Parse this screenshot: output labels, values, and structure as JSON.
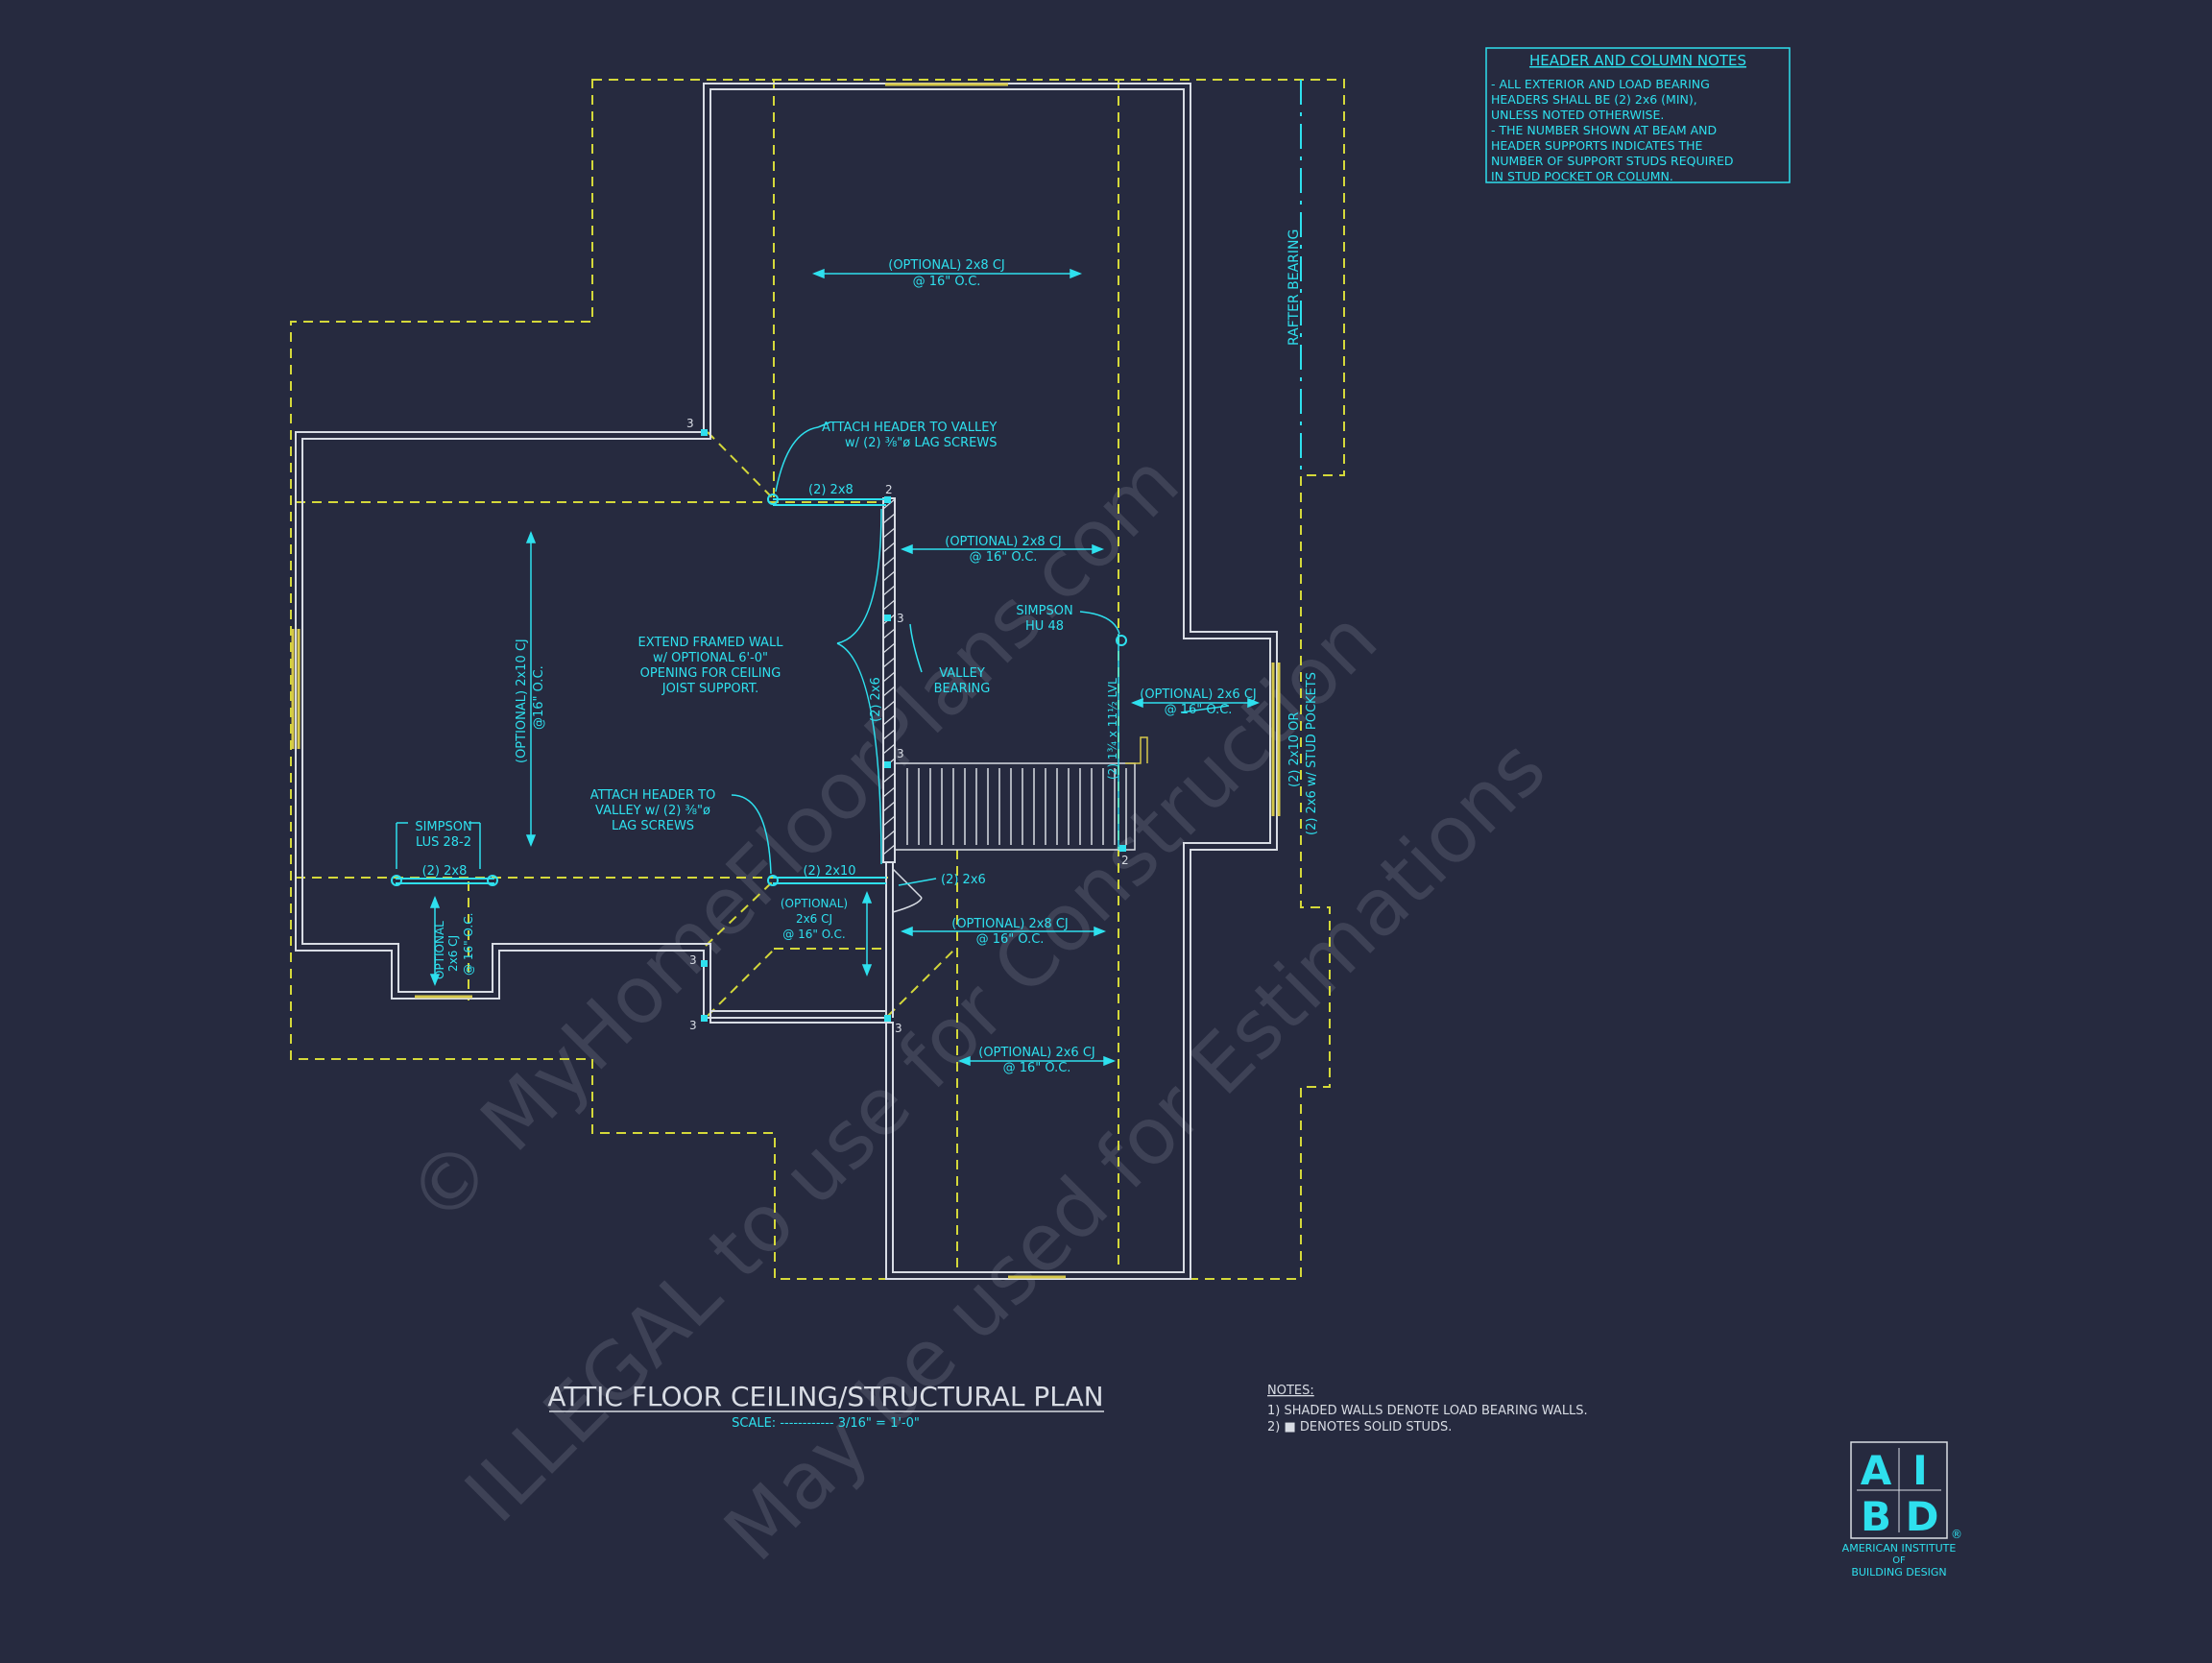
{
  "header_notes": {
    "title": "HEADER AND COLUMN NOTES",
    "lines": [
      "- ALL EXTERIOR AND LOAD BEARING",
      "HEADERS SHALL BE (2) 2x6 (MIN),",
      "UNLESS NOTED OTHERWISE.",
      "- THE NUMBER SHOWN AT BEAM AND",
      "HEADER SUPPORTS INDICATES THE",
      "NUMBER OF SUPPORT STUDS REQUIRED",
      "IN STUD POCKET OR COLUMN."
    ]
  },
  "labels": {
    "rafter_bearing": "RAFTER BEARING",
    "cj_top_1": "(OPTIONAL) 2x8 CJ",
    "cj_top_2": "@ 16\" O.C.",
    "attach_valley_1": "ATTACH HEADER TO VALLEY",
    "attach_valley_2": "w/ (2) ⅜\"ø LAG SCREWS",
    "header_2x8_top": "(2) 2x8",
    "cj_mid_1": "(OPTIONAL) 2x8 CJ",
    "cj_mid_2": "@ 16\" O.C.",
    "cj_left_1": "(OPTIONAL) 2x10 CJ",
    "cj_left_2": "@16\" O.C.",
    "extend_wall_1": "EXTEND FRAMED WALL",
    "extend_wall_2": "w/ OPTIONAL 6'-0\"",
    "extend_wall_3": "OPENING FOR CEILING",
    "extend_wall_4": "JOIST SUPPORT.",
    "valley_bearing_1": "VALLEY",
    "valley_bearing_2": "BEARING",
    "wall_2x6": "(2) 2x6",
    "simpson_hu_1": "SIMPSON",
    "simpson_hu_2": "HU 48",
    "lvl": "(2) 1¾ x 11½ LVL",
    "cj_right_1": "(OPTIONAL) 2x6 CJ",
    "cj_right_2": "@ 16\" O.C.",
    "stud_pockets_1": "(2) 2x10 OR",
    "stud_pockets_2": "(2) 2x6 w/ STUD POCKETS",
    "attach_valley2_1": "ATTACH HEADER TO",
    "attach_valley2_2": "VALLEY w/ (2) ⅜\"ø",
    "attach_valley2_3": "LAG SCREWS",
    "simpson_lus_1": "SIMPSON",
    "simpson_lus_2": "LUS 28-2",
    "header_2x8_left": "(2) 2x8",
    "header_2x10": "(2) 2x10",
    "header_2x6_door": "(2) 2x6",
    "opt_small_1": "(OPTIONAL)",
    "opt_small_2": "2x6 CJ",
    "opt_small_3": "@ 16\" O.C.",
    "opt_bay_1": "OPTIONAL",
    "opt_bay_2": "2x6 CJ",
    "opt_bay_3": "@ 16\" O.C.",
    "cj_low_1": "(OPTIONAL) 2x8 CJ",
    "cj_low_2": "@ 16\" O.C.",
    "cj_bottom_1": "(OPTIONAL) 2x6 CJ",
    "cj_bottom_2": "@ 16\" O.C.",
    "num_2": "2",
    "num_3": "3"
  },
  "title_block": {
    "title": "ATTIC FLOOR CEILING/STRUCTURAL PLAN",
    "scale": "SCALE: ------------ 3/16\" = 1'-0\""
  },
  "notes": {
    "heading": "NOTES:",
    "line1": "1) SHADED WALLS DENOTE LOAD BEARING WALLS.",
    "line2": "2) ■ DENOTES SOLID STUDS."
  },
  "logo": {
    "letter_a": "A",
    "letter_i": "I",
    "letter_b": "B",
    "letter_d": "D",
    "line1": "AMERICAN INSTITUTE",
    "line2": "OF",
    "line3": "BUILDING DESIGN",
    "mark": "®"
  },
  "watermark": {
    "line1": "© MyHomeFloorPlans.com",
    "line2": "ILLEGAL to use for Construction",
    "line3": "May be used for Estimations"
  },
  "colors": {
    "background": "#262a3f",
    "wall": "#d8dce4",
    "dash": "#d4d83a",
    "annotation": "#2ee0ee",
    "window": "#d6c84a"
  }
}
